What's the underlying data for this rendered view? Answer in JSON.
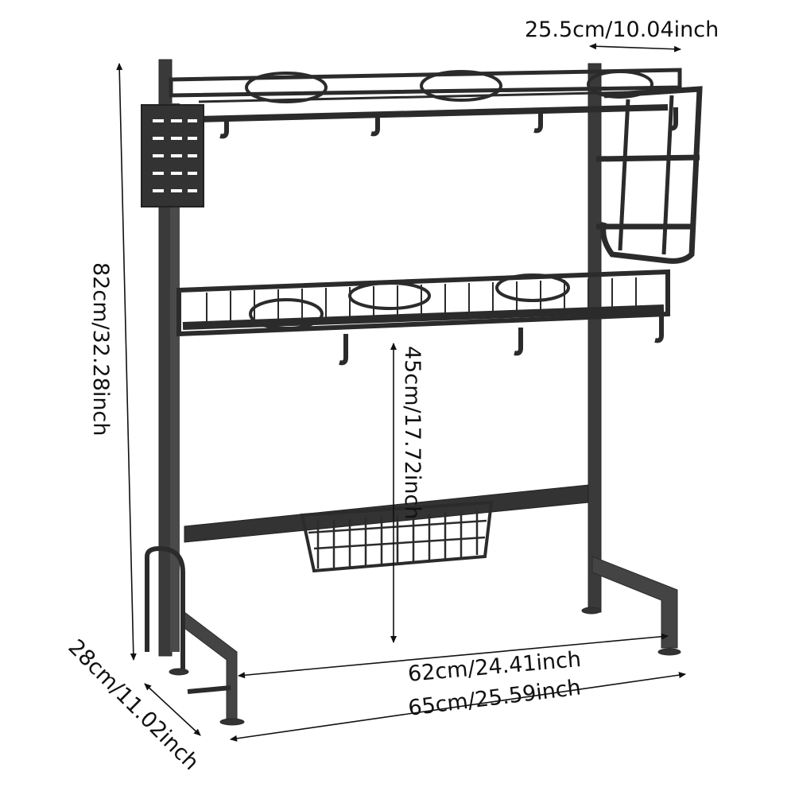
{
  "diagram": {
    "subject": "over-sink dish drying rack",
    "colors": {
      "frame": "#2b2b2b",
      "frame_light": "#555555",
      "annotation": "#111111",
      "background": "#ffffff"
    },
    "dimensions": {
      "top_shelf_depth": "25.5cm/10.04inch",
      "total_height": "82cm/32.28inch",
      "clearance_height": "45cm/17.72inch",
      "inner_width": "62cm/24.41inch",
      "outer_width": "65cm/25.59inch",
      "base_depth": "28cm/11.02inch"
    }
  }
}
